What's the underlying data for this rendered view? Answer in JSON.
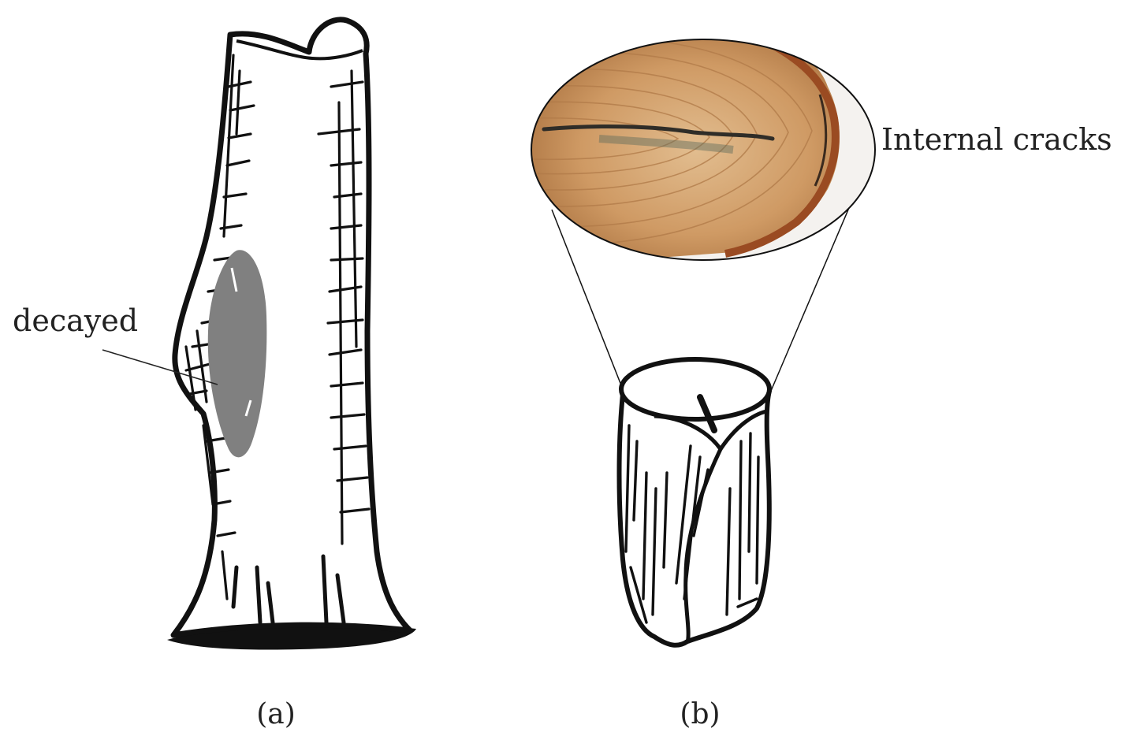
{
  "figure": {
    "panel_a": {
      "caption": "(a)",
      "annotation": "decayed"
    },
    "panel_b": {
      "caption": "(b)",
      "annotation": "Internal cracks"
    }
  },
  "colors": {
    "ink": "#111111",
    "decay": "#808080",
    "wood_light": "#d9b084",
    "wood_mid": "#c08a56",
    "wood_dark": "#8a5a32",
    "crack": "#3b3a34",
    "bark_edge": "#a0522d"
  }
}
